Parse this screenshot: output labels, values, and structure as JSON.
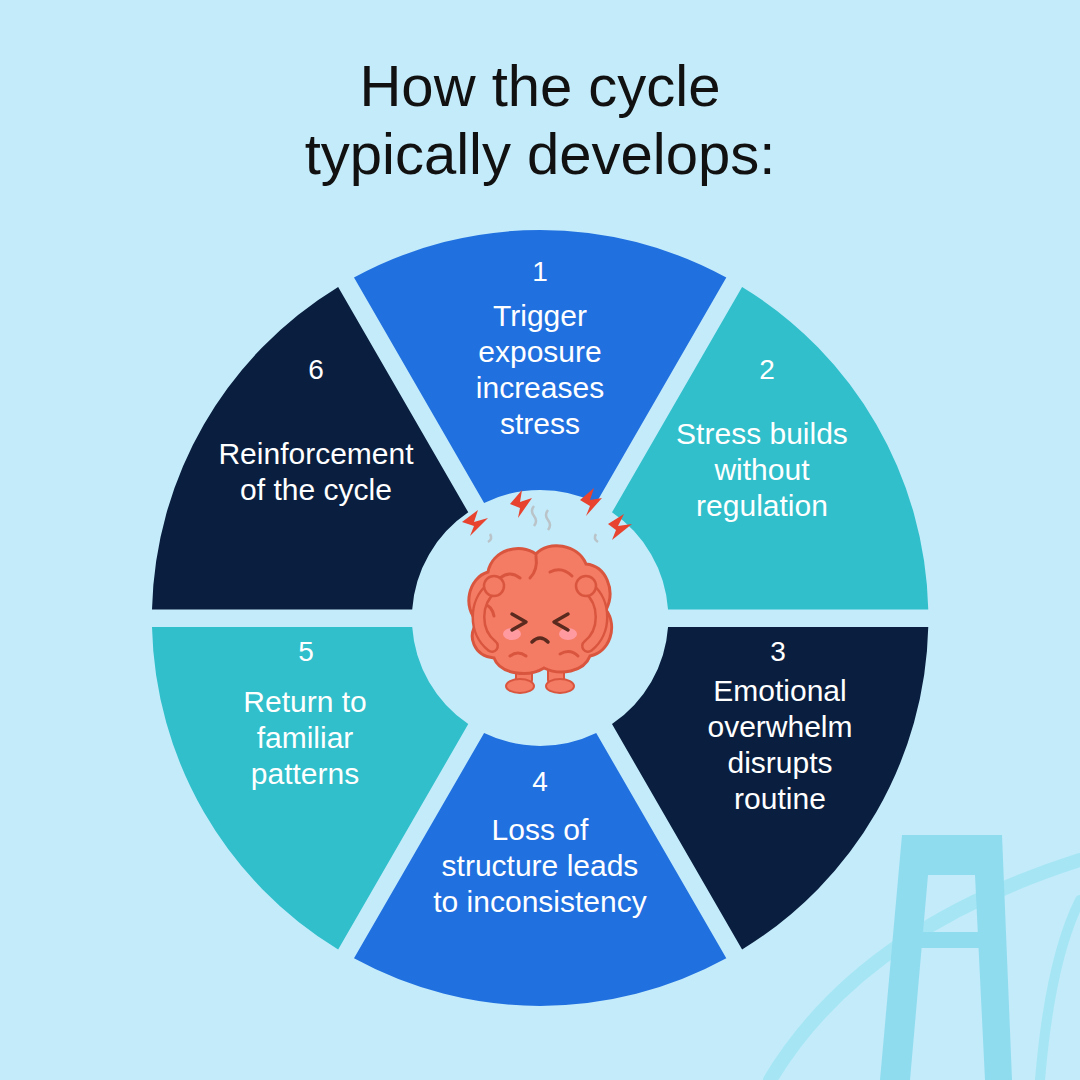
{
  "diagram": {
    "title": "How the cycle typically develops:",
    "nodes": [
      {
        "text": [
          "1",
          "Trigger exposure increases stress"
        ]
      },
      {
        "text": [
          "2",
          "Stress builds without regulation"
        ]
      },
      {
        "text": [
          "3",
          "Emotional overwhelm disrupts routine"
        ]
      },
      {
        "text": [
          "4",
          "Loss of structure leads to inconsistency"
        ]
      },
      {
        "text": [
          "5",
          "Return to familiar patterns"
        ]
      },
      {
        "text": [
          "6",
          "Reinforcement of the cycle"
        ]
      }
    ]
  }
}
